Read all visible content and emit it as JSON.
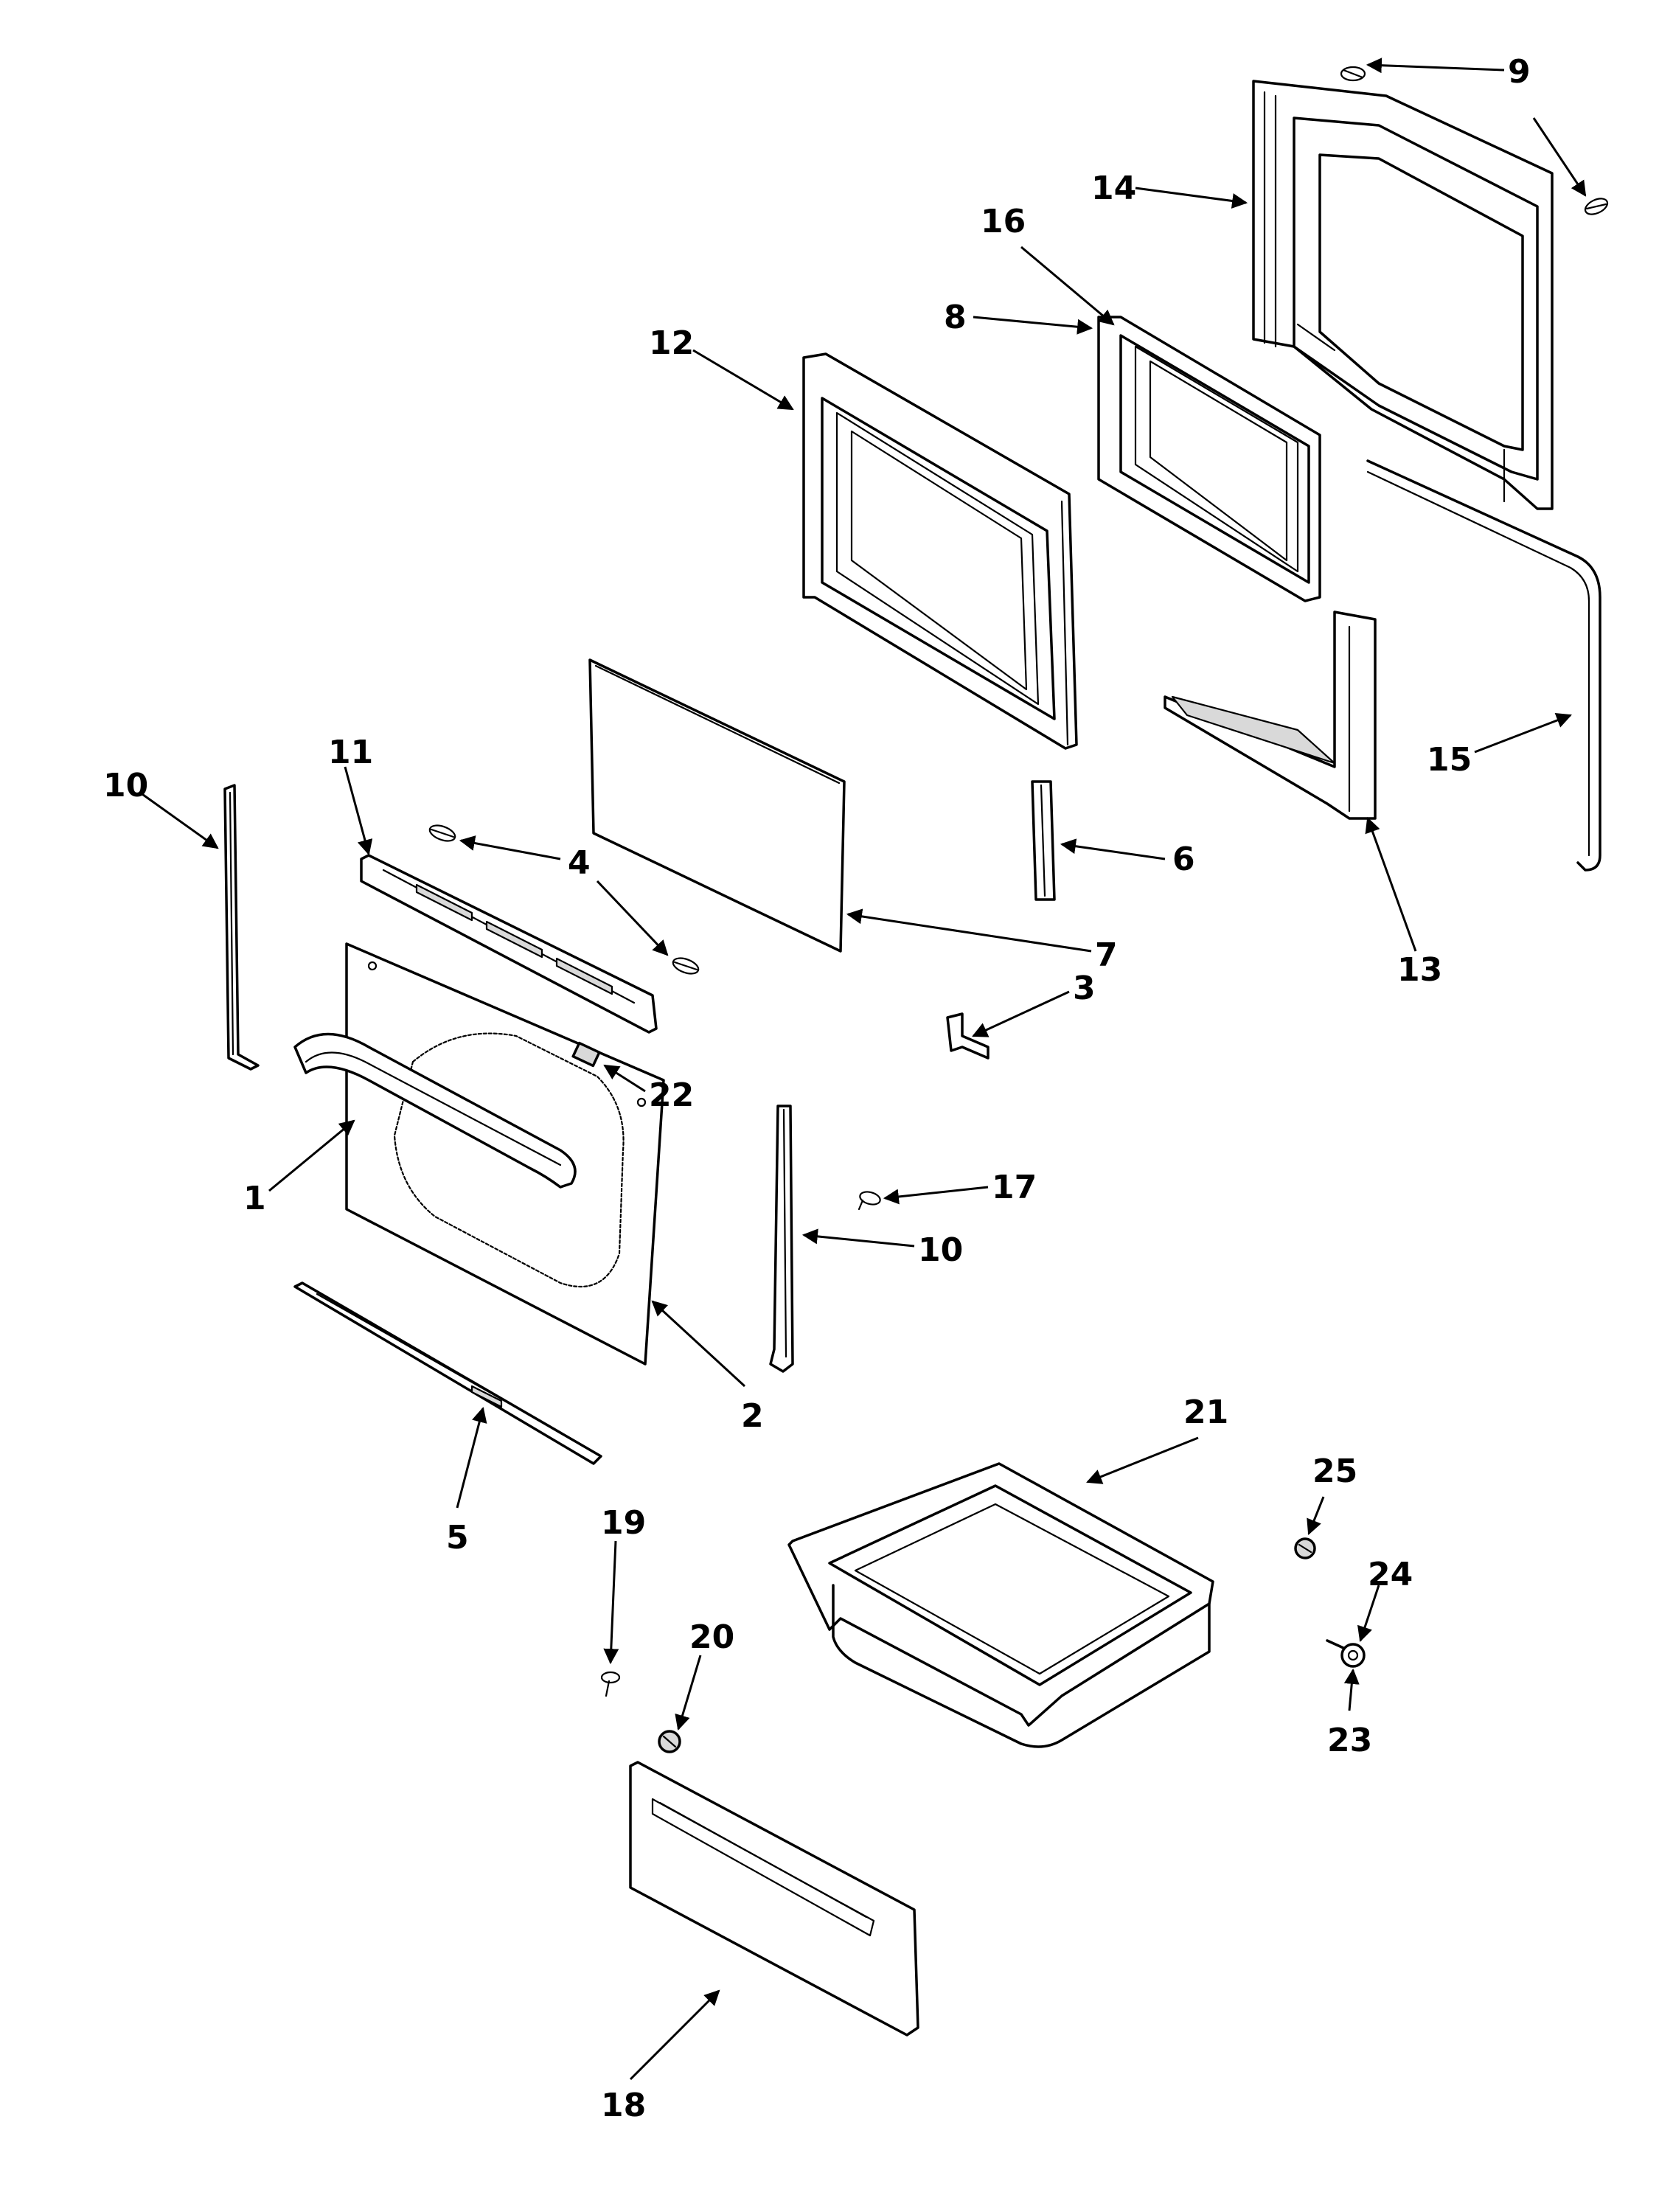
{
  "diagram": {
    "type": "exploded-parts-diagram",
    "parts": [
      {
        "id": "part-1",
        "label": "1"
      },
      {
        "id": "part-2",
        "label": "2"
      },
      {
        "id": "part-3",
        "label": "3"
      },
      {
        "id": "part-4",
        "label": "4"
      },
      {
        "id": "part-5",
        "label": "5"
      },
      {
        "id": "part-6",
        "label": "6"
      },
      {
        "id": "part-7",
        "label": "7"
      },
      {
        "id": "part-8",
        "label": "8"
      },
      {
        "id": "part-9",
        "label": "9"
      },
      {
        "id": "part-10-left",
        "label": "10"
      },
      {
        "id": "part-10-right",
        "label": "10"
      },
      {
        "id": "part-11",
        "label": "11"
      },
      {
        "id": "part-12",
        "label": "12"
      },
      {
        "id": "part-13",
        "label": "13"
      },
      {
        "id": "part-14",
        "label": "14"
      },
      {
        "id": "part-15",
        "label": "15"
      },
      {
        "id": "part-16",
        "label": "16"
      },
      {
        "id": "part-17",
        "label": "17"
      },
      {
        "id": "part-18",
        "label": "18"
      },
      {
        "id": "part-19",
        "label": "19"
      },
      {
        "id": "part-20",
        "label": "20"
      },
      {
        "id": "part-21",
        "label": "21"
      },
      {
        "id": "part-22",
        "label": "22"
      },
      {
        "id": "part-23",
        "label": "23"
      },
      {
        "id": "part-24",
        "label": "24"
      },
      {
        "id": "part-25",
        "label": "25"
      }
    ]
  }
}
